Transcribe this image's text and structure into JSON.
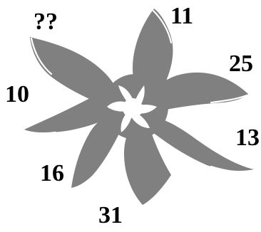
{
  "labels": {
    "q": "??",
    "n11": "11",
    "n25": "25",
    "n10": "10",
    "n13": "13",
    "n16": "16",
    "n31": "31"
  },
  "colors": {
    "petal_fill": "#808080",
    "petal_highlight": "#ffffff",
    "text": "#000000"
  }
}
